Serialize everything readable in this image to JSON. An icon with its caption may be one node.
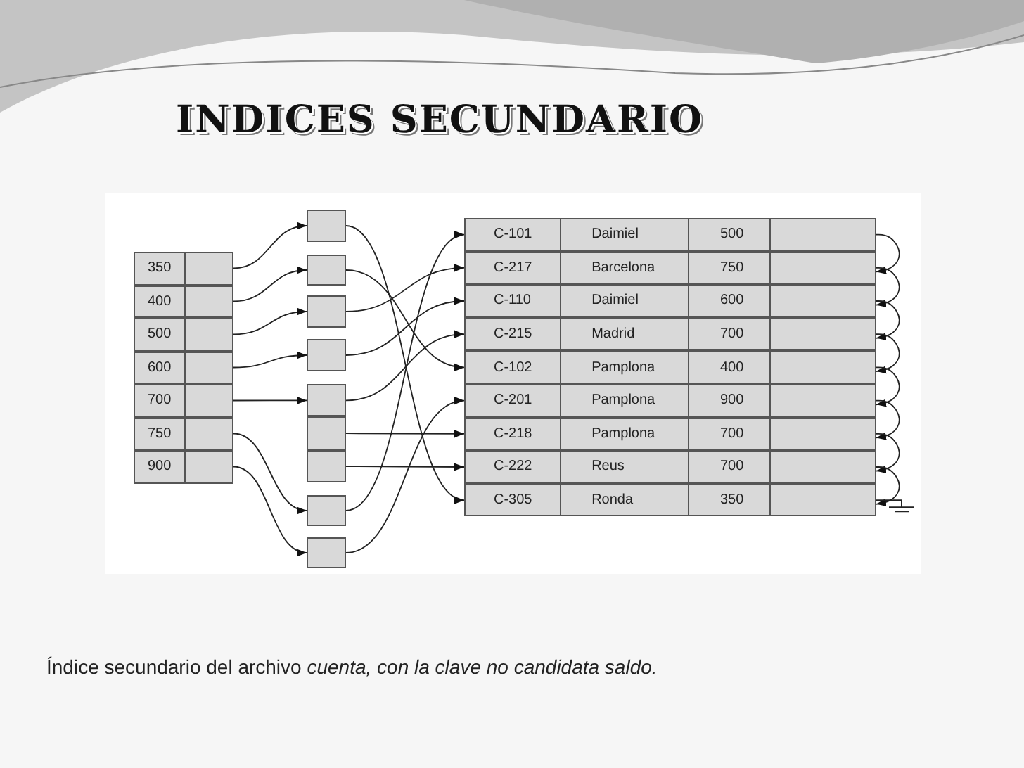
{
  "diagram": {
    "title": "INDICES SECUNDARIO",
    "caption": "Índice secundario del archivo *cuenta, con la clave no candidata saldo.*",
    "nodes": [
      {
        "text": [
          "350"
        ]
      },
      {
        "text": [
          "400"
        ]
      },
      {
        "text": [
          "500"
        ]
      },
      {
        "text": [
          "600"
        ]
      },
      {
        "text": [
          "700"
        ]
      },
      {
        "text": [
          "750"
        ]
      },
      {
        "text": [
          "900"
        ]
      },
      {
        "text": [],
        "shape": "box"
      },
      {
        "text": [],
        "shape": "box"
      },
      {
        "text": [],
        "shape": "box"
      },
      {
        "text": [],
        "shape": "box"
      },
      {
        "text": [],
        "shape": "box"
      },
      {
        "text": [],
        "shape": "box"
      },
      {
        "text": [],
        "shape": "box"
      },
      {
        "text": [],
        "shape": "box"
      },
      {
        "text": [],
        "shape": "box"
      },
      {
        "text": [
          "C-101",
          "Daimiel",
          "500"
        ]
      },
      {
        "text": [
          "C-217",
          "Barcelona",
          "750"
        ]
      },
      {
        "text": [
          "C-110",
          "Daimiel",
          "600"
        ]
      },
      {
        "text": [
          "C-215",
          "Madrid",
          "700"
        ]
      },
      {
        "text": [
          "C-102",
          "Pamplona",
          "400"
        ]
      },
      {
        "text": [
          "C-201",
          "Pamplona",
          "900"
        ]
      },
      {
        "text": [
          "C-218",
          "Pamplona",
          "700"
        ]
      },
      {
        "text": [
          "C-222",
          "Reus",
          "700"
        ]
      },
      {
        "text": [
          "C-305",
          "Ronda",
          "350"
        ]
      }
    ],
    "edges": [
      {
        "from": 0,
        "to": 7,
        "arrow": "to"
      },
      {
        "from": 1,
        "to": 8,
        "arrow": "to"
      },
      {
        "from": 2,
        "to": 9,
        "arrow": "to"
      },
      {
        "from": 3,
        "to": 10,
        "arrow": "to"
      },
      {
        "from": 4,
        "to": 11,
        "arrow": "to"
      },
      {
        "from": 5,
        "to": 14,
        "arrow": "to"
      },
      {
        "from": 6,
        "to": 15,
        "arrow": "to"
      },
      {
        "from": 7,
        "to": 24,
        "arrow": "to"
      },
      {
        "from": 8,
        "to": 20,
        "arrow": "to"
      },
      {
        "from": 9,
        "to": 17,
        "arrow": "to"
      },
      {
        "from": 10,
        "to": 18,
        "arrow": "to"
      },
      {
        "from": 11,
        "to": 19,
        "arrow": "to"
      },
      {
        "from": 12,
        "to": 22,
        "arrow": "to"
      },
      {
        "from": 13,
        "to": 23,
        "arrow": "to"
      },
      {
        "from": 14,
        "to": 16,
        "arrow": "to"
      },
      {
        "from": 15,
        "to": 21,
        "arrow": "to"
      },
      {
        "from": 16,
        "to": 17,
        "arrow": "to"
      },
      {
        "from": 17,
        "to": 18,
        "arrow": "to"
      },
      {
        "from": 18,
        "to": 19,
        "arrow": "to"
      },
      {
        "from": 19,
        "to": 20,
        "arrow": "to"
      },
      {
        "from": 20,
        "to": 21,
        "arrow": "to"
      },
      {
        "from": 21,
        "to": 22,
        "arrow": "to"
      },
      {
        "from": 22,
        "to": 23,
        "arrow": "to"
      },
      {
        "from": 23,
        "to": 24,
        "arrow": "to"
      }
    ]
  }
}
